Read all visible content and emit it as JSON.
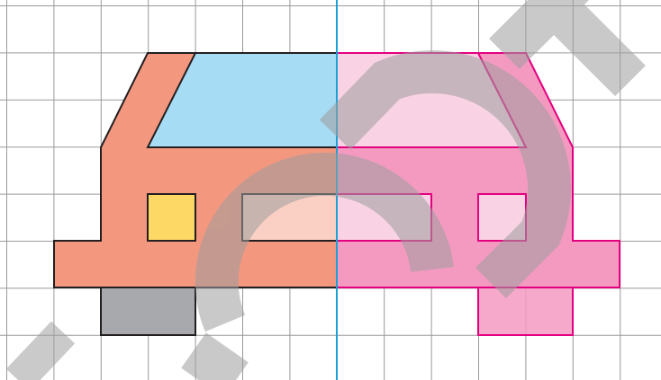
{
  "diagram": {
    "kind": "symmetry-grid",
    "grid": {
      "columns": 14,
      "rows": 8,
      "line_color": "#9a9a9a"
    },
    "mirror_axis": {
      "orientation": "vertical",
      "color": "#1ba0d8"
    },
    "left_half": {
      "body_color": "#f4977f",
      "window_color": "#a7dcf5",
      "headlight_color": "#fdd864",
      "side_window_color": "#fbd0c4",
      "wheel_color": "#a7a9ac",
      "outline_color": "#231f20"
    },
    "right_half": {
      "body_color": "#f49ac1",
      "window_color": "#f9d3e4",
      "outline_color": "#e3007f"
    },
    "watermark": {
      "color": "#9e9e9e"
    }
  }
}
